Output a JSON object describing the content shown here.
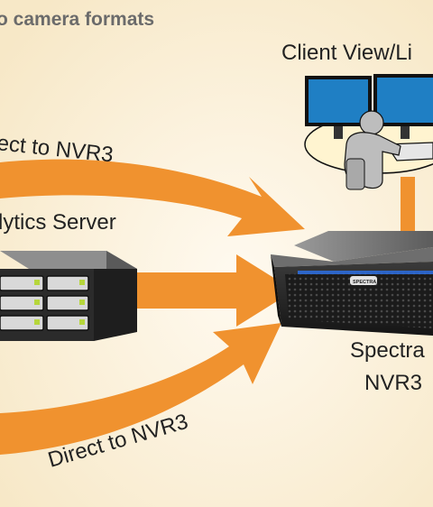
{
  "header": {
    "title": "o camera formats"
  },
  "labels": {
    "client_view": "Client View/Li",
    "direct_top": "ect to NVR3",
    "analytics_server": "lytics Server",
    "spectra_line1": "Spectra",
    "spectra_line2": "NVR3",
    "direct_bottom": "Direct to NVR3",
    "nvr_badge": "SPECTRA"
  },
  "colors": {
    "background": "#fbf2dc",
    "arrow": "#f0922f",
    "screen": "#1f7fc4",
    "server_dark": "#2a2a2a",
    "drive_led": "#b6d63c",
    "person": "#bdbdbd"
  },
  "icons": [
    "client-workstation-icon",
    "analytics-server-icon",
    "nvr3-appliance-icon"
  ]
}
